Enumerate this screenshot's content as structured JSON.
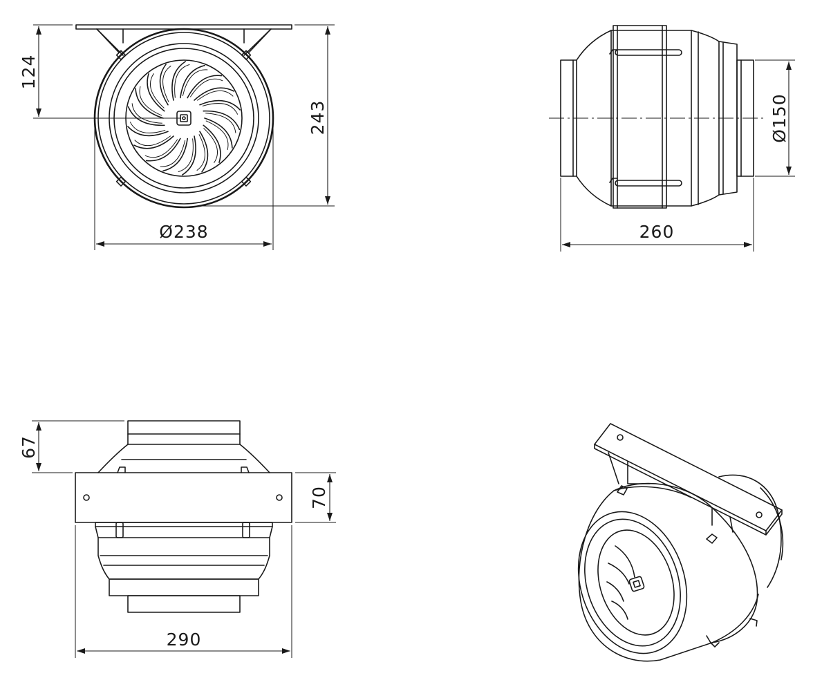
{
  "dimensions": {
    "front_flange_to_center": "124",
    "front_total_height": "243",
    "front_body_diameter": "Ø238",
    "side_duct_diameter": "Ø150",
    "side_total_length": "260",
    "top_spigot_height": "67",
    "top_plate_height": "70",
    "top_plate_width": "290"
  },
  "colors": {
    "line": "#1a1a1a",
    "background": "#ffffff"
  }
}
